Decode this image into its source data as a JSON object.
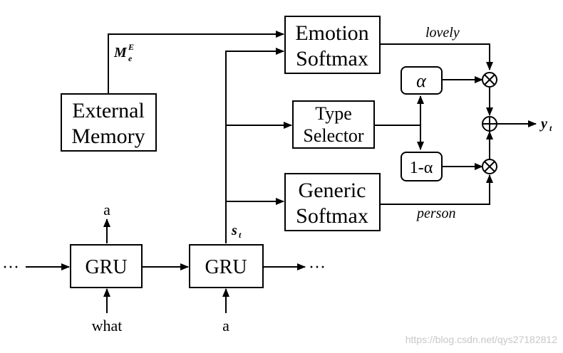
{
  "boxes": {
    "emotion_softmax": [
      "Emotion",
      "Softmax"
    ],
    "type_selector": [
      "Type",
      "Selector"
    ],
    "generic_softmax": [
      "Generic",
      "Softmax"
    ],
    "external_memory": [
      "External",
      "Memory"
    ],
    "gru_left": "GRU",
    "gru_right": "GRU",
    "alpha": "α",
    "one_minus_alpha": "1-α"
  },
  "labels": {
    "memory_symbol": "M",
    "memory_sup": "E",
    "memory_sub": "e",
    "state_symbol": "s",
    "state_sub": "t",
    "output_symbol": "y",
    "output_sub": "t",
    "lovely": "lovely",
    "person": "person",
    "ellipsis_left": "···",
    "ellipsis_right": "···",
    "gru_left_output": "a",
    "gru_left_input": "what",
    "gru_right_input": "a"
  },
  "operators": {
    "multiply": "⊗",
    "add": "⊕"
  },
  "watermark": "https://blog.csdn.net/qys27182812"
}
